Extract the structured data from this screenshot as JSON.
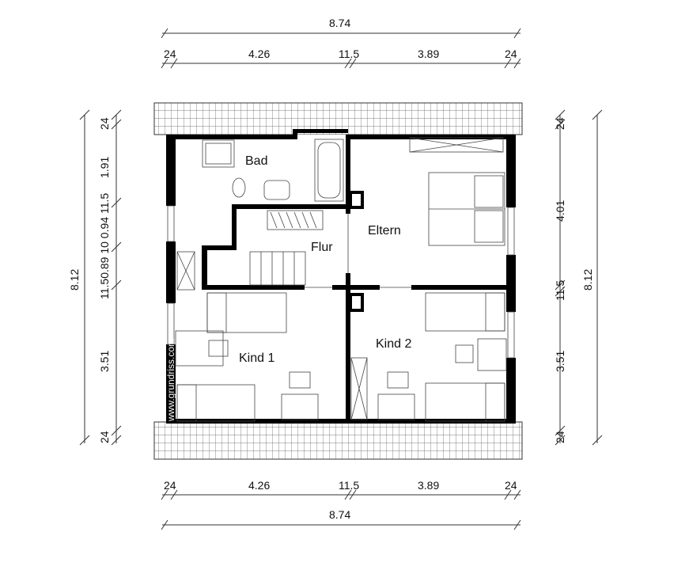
{
  "rooms": {
    "bad": "Bad",
    "flur": "Flur",
    "eltern": "Eltern",
    "kind1": "Kind 1",
    "kind2": "Kind 2"
  },
  "dimensions": {
    "top_total": "8.74",
    "top": [
      "24",
      "4.26",
      "11.5",
      "3.89",
      "24"
    ],
    "bottom": [
      "24",
      "4.26",
      "11.5",
      "3.89",
      "24"
    ],
    "bottom_total": "8.74",
    "left_total": "8.12",
    "left": [
      "24",
      "1.91",
      "11.50.89 10 0.94 11.5",
      "3.51",
      "24"
    ],
    "right": [
      "24",
      "4.01",
      "11.5",
      "3.51",
      "24"
    ],
    "right_total": "8.12"
  },
  "watermark": "www.grundriss.com"
}
